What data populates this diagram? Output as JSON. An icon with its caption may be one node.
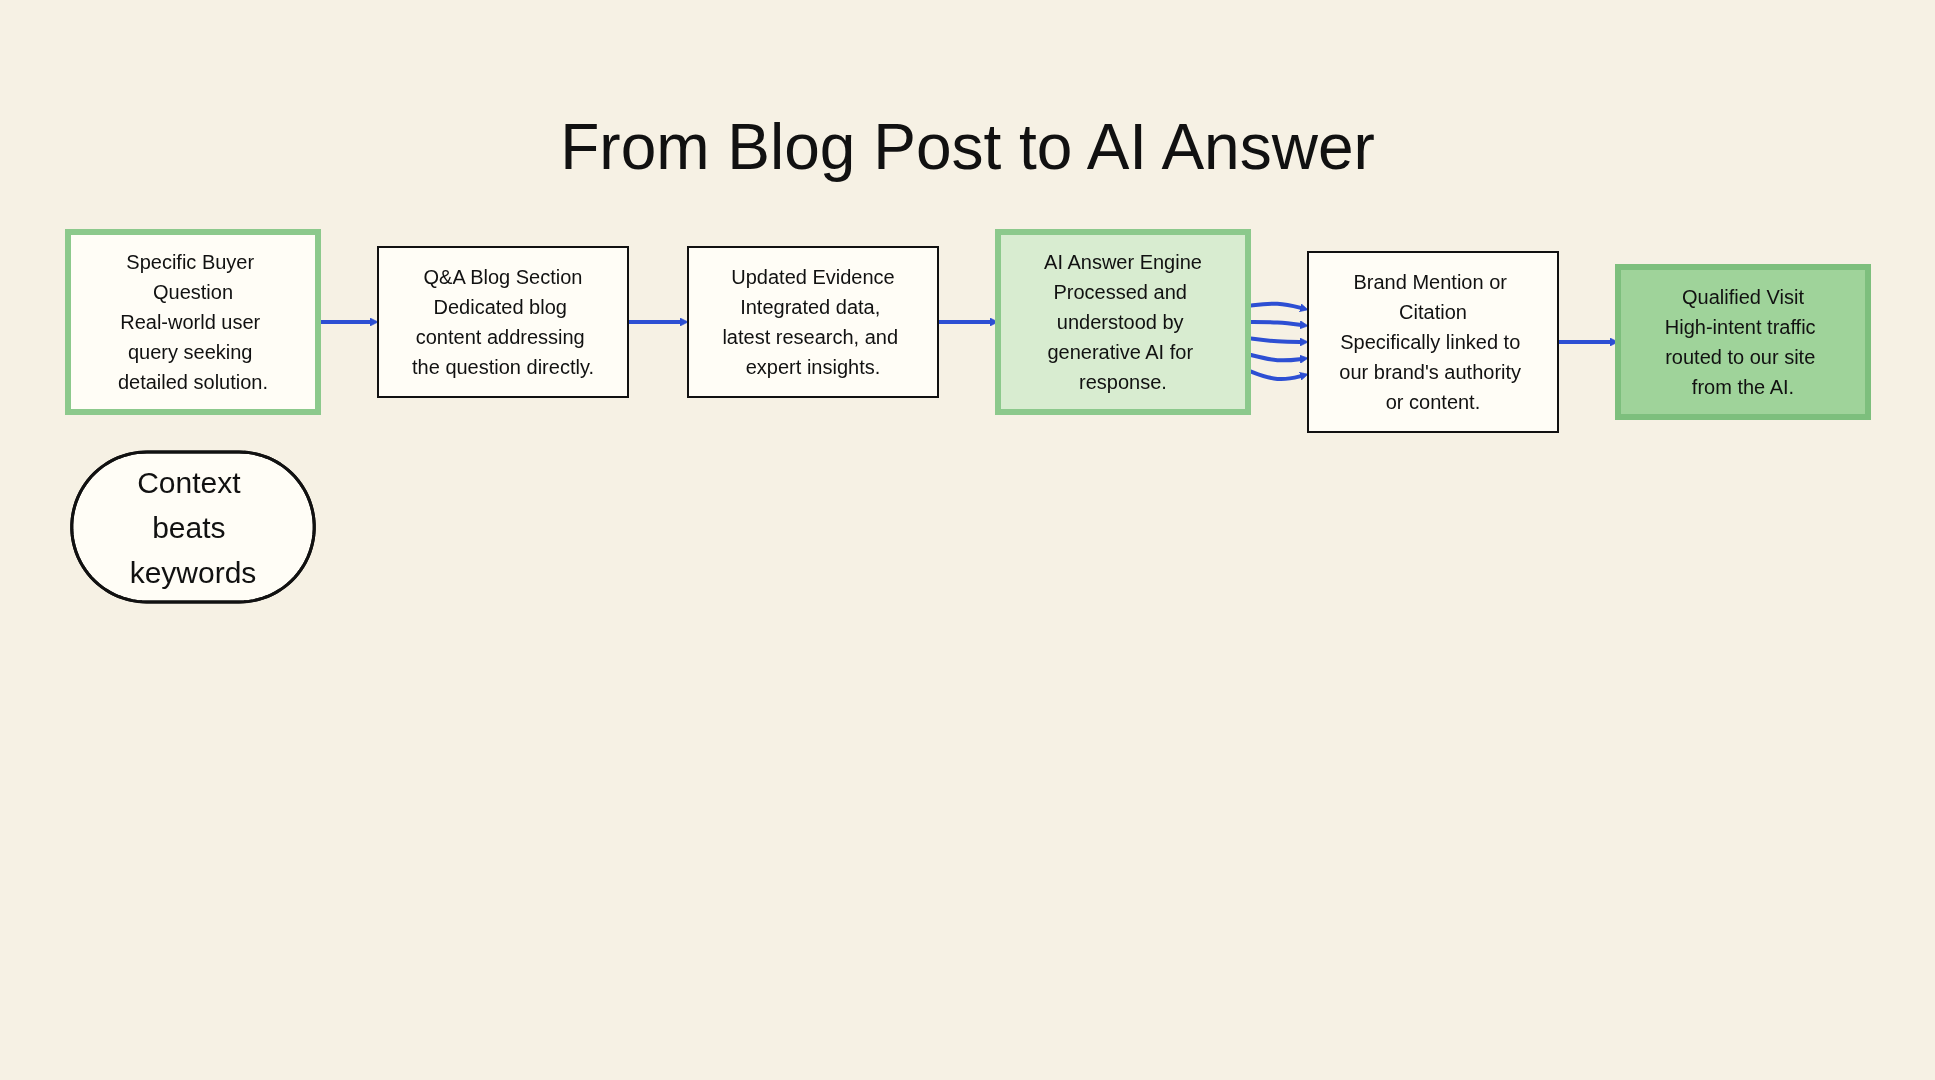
{
  "diagram": {
    "title": "From Blog Post to AI Answer",
    "nodes": [
      {
        "text": [
          "Specific Buyer Question",
          "Real-world user query seeking detailed solution."
        ]
      },
      {
        "text": [
          "Q&A Blog Section",
          "Dedicated blog content addressing the question directly."
        ]
      },
      {
        "text": [
          "Updated Evidence",
          "Integrated data, latest research, and expert insights."
        ]
      },
      {
        "text": [
          "AI Answer Engine",
          "Processed and understood by generative AI for response."
        ]
      },
      {
        "text": [
          "Brand Mention or Citation",
          "Specifically linked to our brand's authority or content."
        ]
      },
      {
        "text": [
          "Qualified Visit",
          "High-intent traffic routed to our site from the AI."
        ]
      },
      {
        "text": [
          "Context beats keywords"
        ]
      }
    ],
    "edges": [
      {
        "from": 0,
        "to": 1,
        "arrow": "to"
      },
      {
        "from": 1,
        "to": 2,
        "arrow": "to"
      },
      {
        "from": 2,
        "to": 3,
        "arrow": "to"
      },
      {
        "from": 3,
        "to": 4,
        "arrow": "to"
      },
      {
        "from": 3,
        "to": 4,
        "arrow": "to"
      },
      {
        "from": 3,
        "to": 4,
        "arrow": "to"
      },
      {
        "from": 3,
        "to": 4,
        "arrow": "to"
      },
      {
        "from": 3,
        "to": 4,
        "arrow": "to"
      },
      {
        "from": 4,
        "to": 5,
        "arrow": "to"
      }
    ]
  }
}
